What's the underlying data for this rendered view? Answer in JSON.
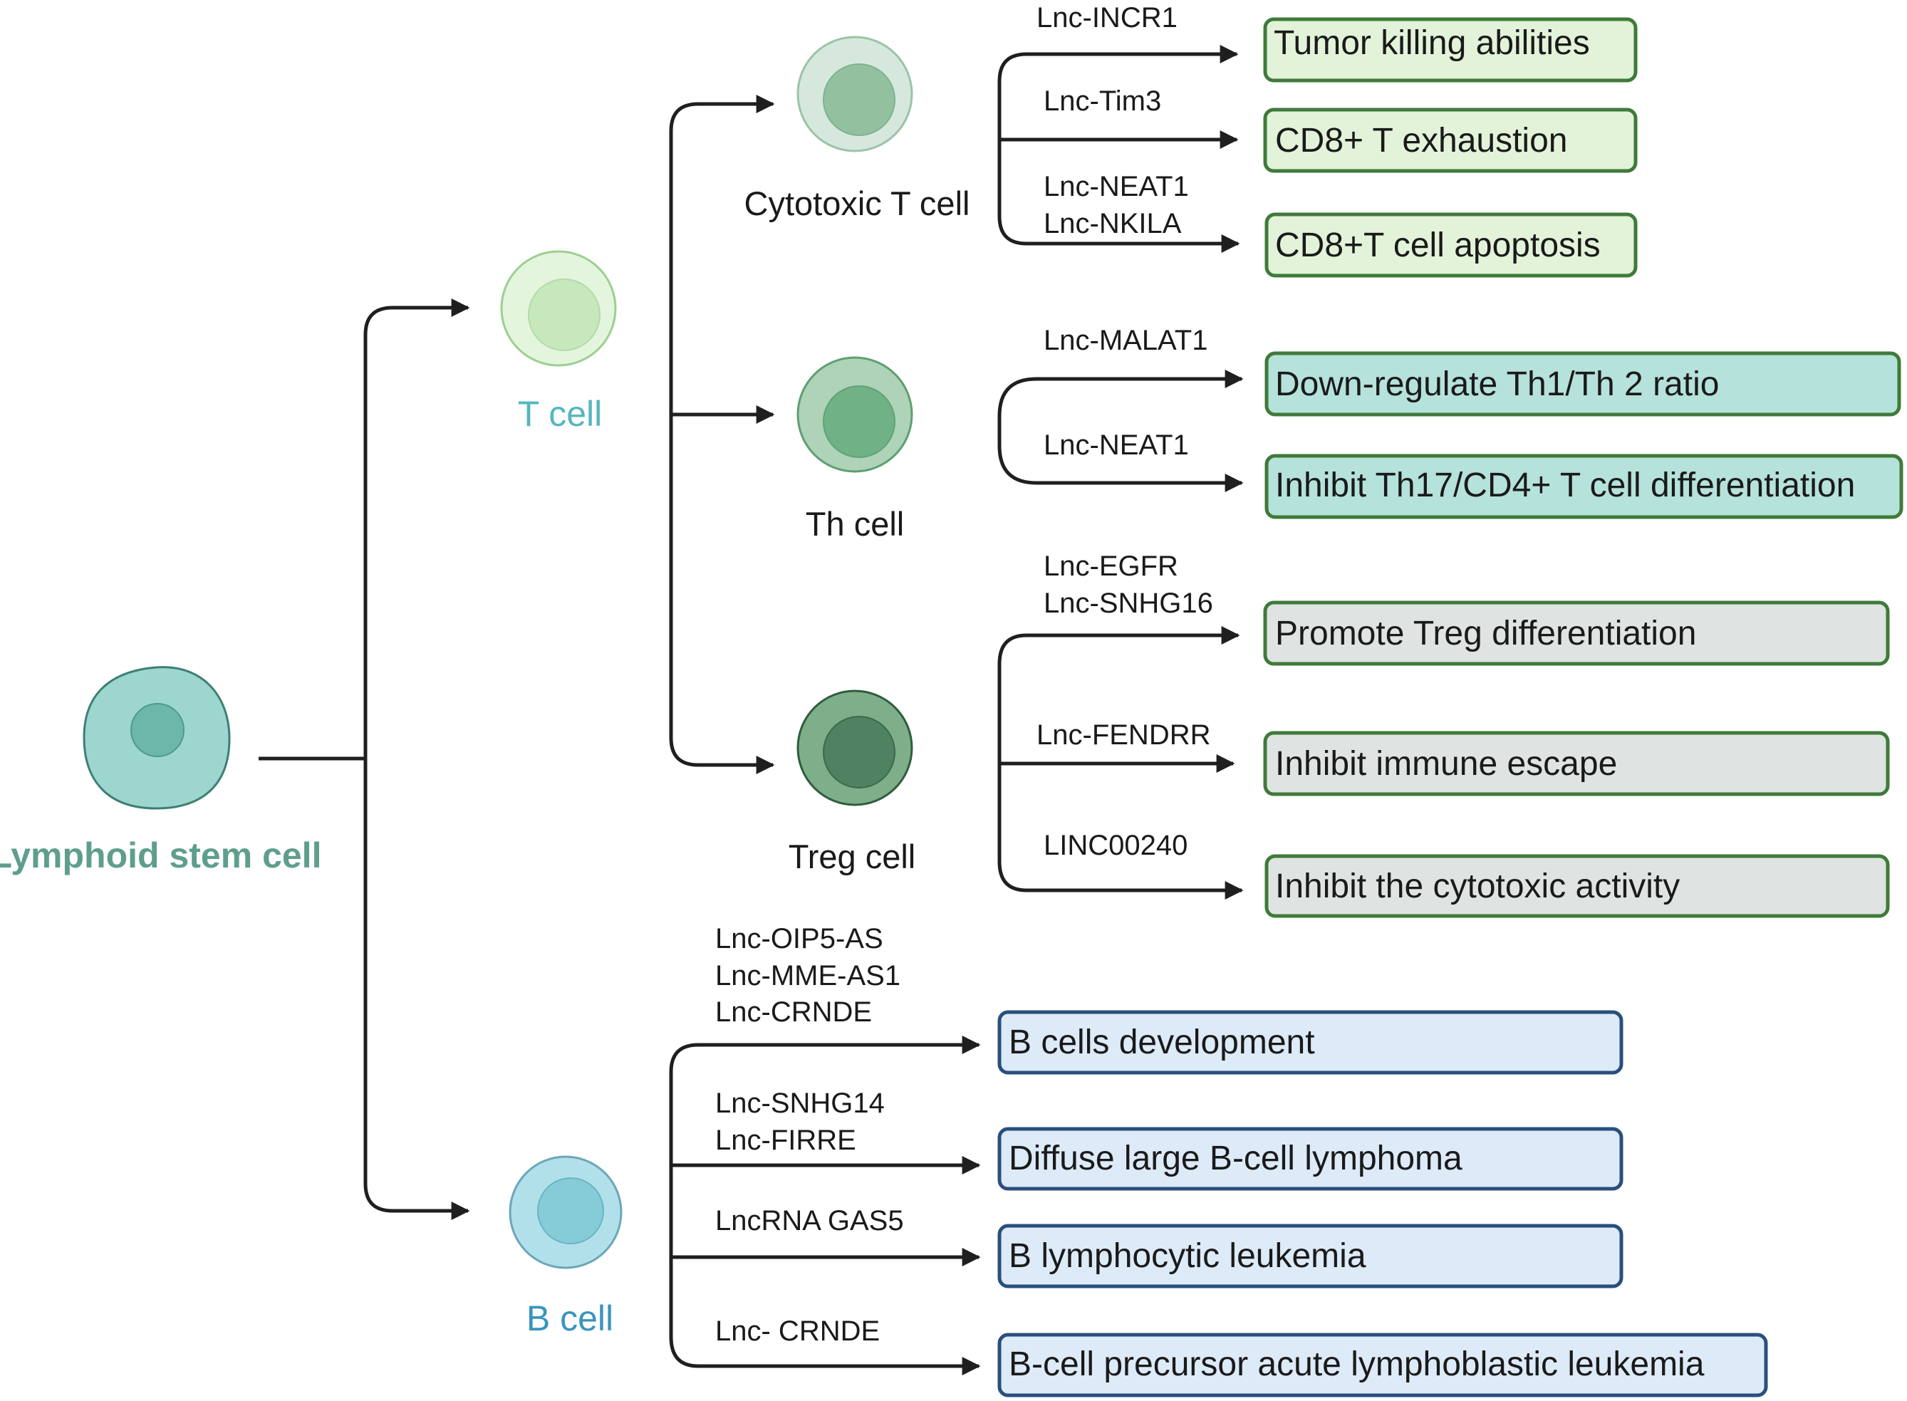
{
  "colors": {
    "stem_cell": "#9dd6cf",
    "t_cell": "#e4f5de",
    "cytotoxic": "#d6e8dd",
    "th_cell": "#aed3b8",
    "treg_cell": "#7fae8b",
    "b_cell": "#b2e0ea",
    "box_green": "#e2f3d9",
    "box_teal": "#b5e2da",
    "box_grey": "#dfe4e2",
    "box_blue": "#ddeaf8",
    "label_stem": "#5f9e8e",
    "label_t": "#55b6bf",
    "label_b": "#3a94c0"
  },
  "cells": {
    "stem": "Lymphoid stem cell",
    "t": "T cell",
    "b": "B cell",
    "cytotoxic": "Cytotoxic T cell",
    "th": "Th cell",
    "treg": "Treg cell"
  },
  "lncs": {
    "incr1": "Lnc-INCR1",
    "tim3": "Lnc-Tim3",
    "neat1_a": "Lnc-NEAT1",
    "nkila": "Lnc-NKILA",
    "malat1": "Lnc-MALAT1",
    "neat1_b": "Lnc-NEAT1",
    "egfr": "Lnc-EGFR",
    "snhg16": "Lnc-SNHG16",
    "fendrr": "Lnc-FENDRR",
    "linc00240": "LINC00240",
    "oip5": "Lnc-OIP5-AS",
    "mme": "Lnc-MME-AS1",
    "crnde_a": "Lnc-CRNDE",
    "snhg14": "Lnc-SNHG14",
    "firre": "Lnc-FIRRE",
    "gas5": "LncRNA GAS5",
    "crnde_b": "Lnc- CRNDE"
  },
  "outcomes": {
    "tumor_killing": "Tumor killing abilities",
    "cd8_exhaustion": "CD8+ T exhaustion",
    "cd8_apoptosis": "CD8+T cell apoptosis",
    "th_ratio": "Down-regulate Th1/Th 2 ratio",
    "th17": "Inhibit Th17/CD4+ T cell differentiation",
    "treg_diff": "Promote Treg differentiation",
    "immune_escape": "Inhibit immune escape",
    "cytotoxic_activity": "Inhibit the cytotoxic activity",
    "b_development": "B cells development",
    "dlbcl": "Diffuse large B-cell lymphoma",
    "b_leukemia": "B lymphocytic leukemia",
    "b_all": "B-cell precursor acute lymphoblastic leukemia"
  }
}
